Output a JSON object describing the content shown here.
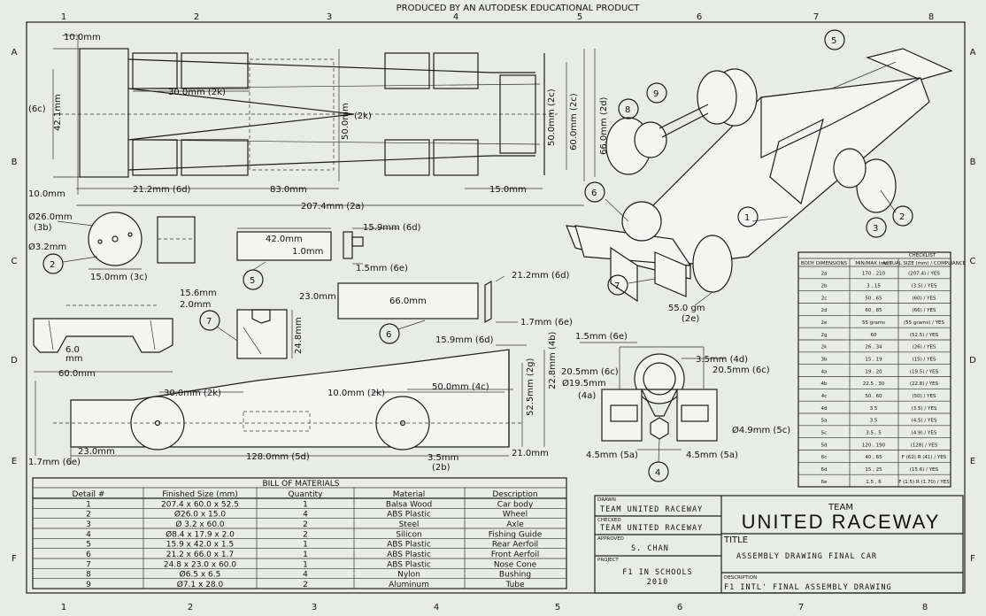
{
  "header": "PRODUCED BY AN AUTODESK EDUCATIONAL PRODUCT",
  "grid": {
    "columns": [
      "1",
      "2",
      "3",
      "4",
      "5",
      "6",
      "7",
      "8"
    ],
    "rows": [
      "A",
      "B",
      "C",
      "D",
      "E",
      "F"
    ]
  },
  "top_view": {
    "dims": [
      "10.0mm",
      "30.0mm (2k)",
      "(2k)",
      "50.0mm",
      "50.0mm (2c)",
      "60.0mm (2c)",
      "66.0mm (2d)",
      "(6c)",
      "42.1mm",
      "10.0mm",
      "21.2mm (6d)",
      "83.0mm",
      "15.0mm",
      "207.4mm (2a)"
    ]
  },
  "wheel_view": {
    "dims": [
      "Ø26.0mm",
      "(3b)",
      "Ø3.2mm",
      "15.0mm (3c)"
    ],
    "balloon": "2"
  },
  "rear_wing": {
    "dims": [
      "42.0mm",
      "1.0mm",
      "15.9mm (6d)",
      "1.5mm (6e)"
    ],
    "balloon": "5"
  },
  "front_wing": {
    "dims": [
      "66.0mm",
      "21.2mm (6d)",
      "1.7mm (6e)"
    ],
    "balloon": "6"
  },
  "nose_cone": {
    "dims": [
      "15.6mm",
      "2.0mm",
      "23.0mm",
      "24.8mm",
      "6.0",
      "mm",
      "60.0mm"
    ],
    "balloon": "7"
  },
  "side_view": {
    "dims": [
      "15.9mm (6d)",
      "30.0mm (2k)",
      "10.0mm (2k)",
      "50.0mm (4c)",
      "52.5mm (2g)",
      "22.8mm (4b)",
      "23.0mm",
      "1.7mm (6e)",
      "128.0mm (5d)",
      "3.5mm",
      "(2b)",
      "21.0mm"
    ]
  },
  "front_view": {
    "dims": [
      "1.5mm (6e)",
      "3.5mm (4d)",
      "20.5mm (6c)",
      "20.5mm (6c)",
      "Ø19.5mm",
      "(4a)",
      "Ø4.9mm (5c)",
      "4.5mm (5a)",
      "4.5mm (5a)"
    ],
    "balloon": "4"
  },
  "iso_view": {
    "balloons": [
      "5",
      "9",
      "8",
      "6",
      "1",
      "2",
      "3",
      "7"
    ],
    "weight_label": "55.0 gm",
    "weight_ref": "(2e)"
  },
  "checklist": {
    "title": "CHECKLIST",
    "headers": [
      "BODY DIMENSIONS",
      "MIN/MAX (mm)",
      "ACTUAL SIZE (mm) / COMPLIANCE"
    ],
    "rows": [
      [
        "2a",
        "170 , 210",
        "(207.4) / YES"
      ],
      [
        "2b",
        "3 , 15",
        "(3.5) / YES"
      ],
      [
        "2c",
        "50 , 65",
        "(60) / YES"
      ],
      [
        "2d",
        "60 , 85",
        "(66) / YES"
      ],
      [
        "2e",
        "55 grams",
        "(55 grams) / YES"
      ],
      [
        "2g",
        "60",
        "(52.5) / YES"
      ],
      [
        "2k",
        "26 , 34",
        "(26) / YES"
      ],
      [
        "3b",
        "15 , 19",
        "(15) / YES"
      ],
      [
        "4a",
        "19 , 20",
        "(19.5) / YES"
      ],
      [
        "4b",
        "22.5 , 30",
        "(22.8) / YES"
      ],
      [
        "4c",
        "50 , 60",
        "(50) / YES"
      ],
      [
        "4d",
        "3.5",
        "(3.5) / YES"
      ],
      [
        "5a",
        "3.5",
        "(4.5) / YES"
      ],
      [
        "5c",
        "3.5 , 5",
        "(4.9) / YES"
      ],
      [
        "5d",
        "120 , 190",
        "(128) / YES"
      ],
      [
        "6c",
        "40 , 65",
        "F (62) R (41) / YES"
      ],
      [
        "6d",
        "15 , 25",
        "(15.6) / YES"
      ],
      [
        "6e",
        "1.5 , 6",
        "F (1.5) R (1.70) / YES"
      ]
    ]
  },
  "bom": {
    "title": "BILL OF MATERIALS",
    "headers": [
      "Detail #",
      "Finished Size (mm)",
      "Quantity",
      "Material",
      "Description"
    ],
    "rows": [
      [
        "1",
        "207.4 x 60.0 x 52.5",
        "1",
        "Balsa Wood",
        "Car body"
      ],
      [
        "2",
        "Ø26.0 x 15.0",
        "4",
        "ABS Plastic",
        "Wheel"
      ],
      [
        "3",
        "Ø 3.2 x 60.0",
        "2",
        "Steel",
        "Axle"
      ],
      [
        "4",
        "Ø8.4 x 17.9 x 2.0",
        "2",
        "Silicon",
        "Fishing Guide"
      ],
      [
        "5",
        "15.9 x 42.0 x 1.5",
        "1",
        "ABS Plastic",
        "Rear Aerfoil"
      ],
      [
        "6",
        "21.2 x 66.0 x 1.7",
        "1",
        "ABS Plastic",
        "Front Aerfoil"
      ],
      [
        "7",
        "24.8 x 23.0 x 60.0",
        "1",
        "ABS Plastic",
        "Nose Cone"
      ],
      [
        "8",
        "Ø6.5 x 6.5",
        "4",
        "Nylon",
        "Bushing"
      ],
      [
        "9",
        "Ø7.1 x 28.0",
        "2",
        "Aluminum",
        "Tube"
      ]
    ]
  },
  "title_block": {
    "drawn_label": "DRAWN",
    "drawn": "TEAM UNITED RACEWAY",
    "checked_label": "CHECKED",
    "checked": "TEAM UNITED RACEWAY",
    "approved_label": "APPROVED",
    "approved": "S. CHAN",
    "project_label": "PROJECT",
    "project_line1": "F1 IN SCHOOLS",
    "project_line2": "2010",
    "team_small": "TEAM",
    "team_name": "UNITED RACEWAY",
    "title_label": "TITLE",
    "title": "ASSEMBLY DRAWING FINAL CAR",
    "description_label": "DESCRIPTION",
    "description": "F1 INTL' FINAL ASSEMBLY DRAWING"
  }
}
